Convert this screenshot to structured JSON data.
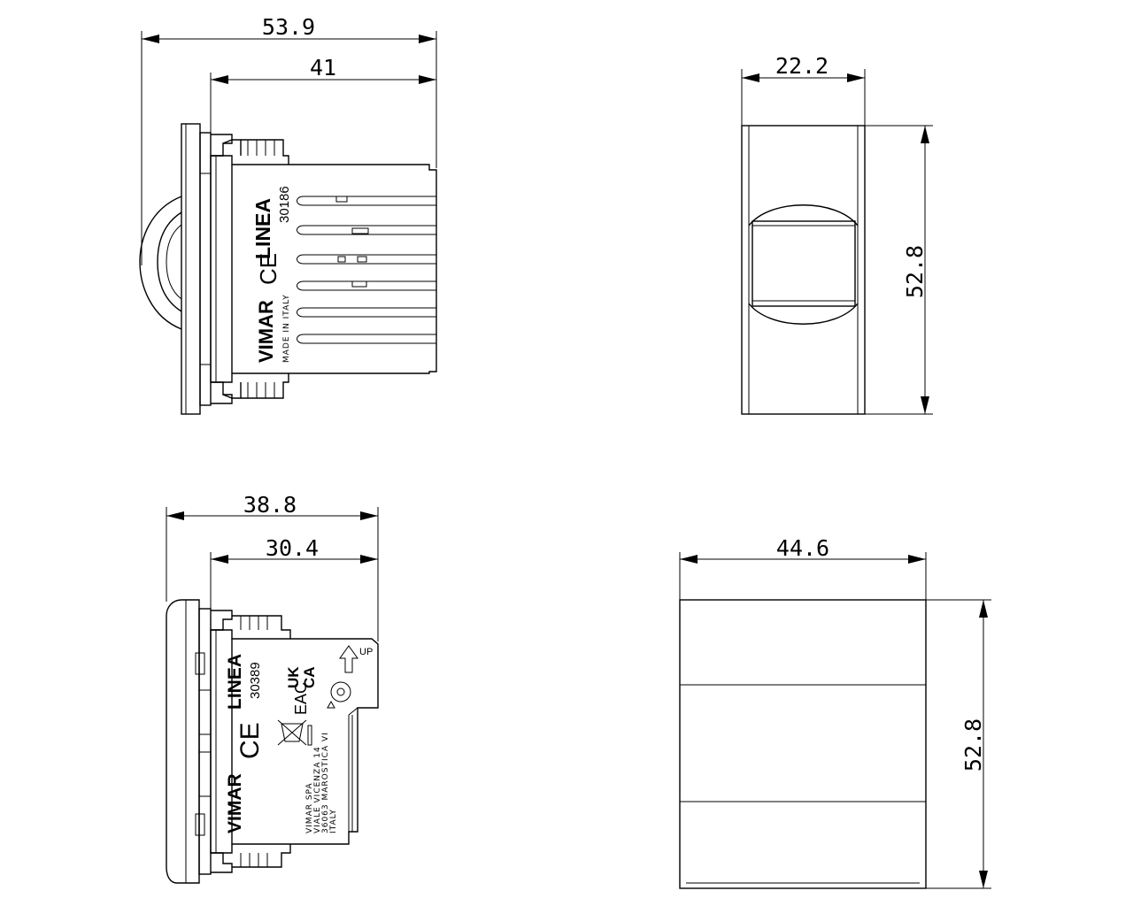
{
  "dimensions": {
    "top_left_overall": "53.9",
    "top_left_body": "41",
    "top_right_width": "22.2",
    "top_right_height": "52.8",
    "bottom_left_overall": "38.8",
    "bottom_left_body": "30.4",
    "bottom_right_width": "44.6",
    "bottom_right_height": "52.8"
  },
  "markings_30186": {
    "brand": "VIMAR",
    "line": "LINEA",
    "code": "30186",
    "ce": "CE",
    "origin": "MADE IN ITALY"
  },
  "markings_30389": {
    "brand": "VIMAR",
    "line": "LINEA",
    "code": "30389",
    "ce": "CE",
    "ukca_1": "UK",
    "ukca_2": "CA",
    "eac": "EAC",
    "up": "UP",
    "address_1": "VIMAR SPA",
    "address_2": "VIALE VICENZA 14",
    "address_3": "36063 MAROSTICA VI",
    "address_4": "ITALY"
  }
}
